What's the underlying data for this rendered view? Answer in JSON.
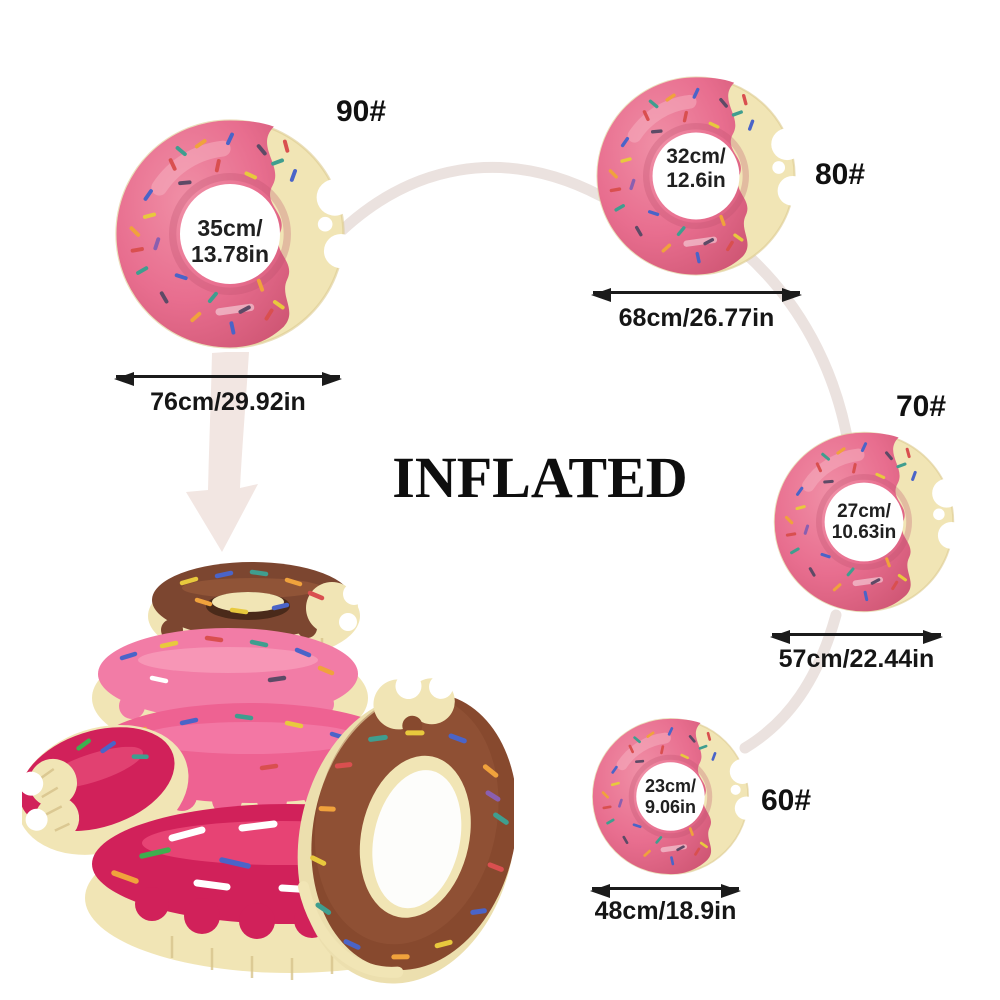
{
  "heading": {
    "inflated_label": "INFLATED"
  },
  "products": [
    {
      "size_label": "90#",
      "hole_line1": "35cm/",
      "hole_line2": "13.78in",
      "diameter_label": "76cm/29.92in"
    },
    {
      "size_label": "80#",
      "hole_line1": "32cm/",
      "hole_line2": "12.6in",
      "diameter_label": "68cm/26.77in"
    },
    {
      "size_label": "70#",
      "hole_line1": "27cm/",
      "hole_line2": "10.63in",
      "diameter_label": "57cm/22.44in"
    },
    {
      "size_label": "60#",
      "hole_line1": "23cm/",
      "hole_line2": "9.06in",
      "diameter_label": "48cm/18.9in"
    }
  ],
  "colors": {
    "icing_pink": "#e86e8f",
    "cream": "#f1e5b5",
    "chocolate_top": "#7c4630",
    "chocolate_leaning": "#87492e",
    "pink_light": "#f27ca6",
    "strawberry": "#ee6292",
    "raspberry": "#d1215a",
    "annotation_text": "#1a1a1a",
    "faint_connector": "#ebe2df",
    "faded_arrow": "#f2e6e2"
  }
}
